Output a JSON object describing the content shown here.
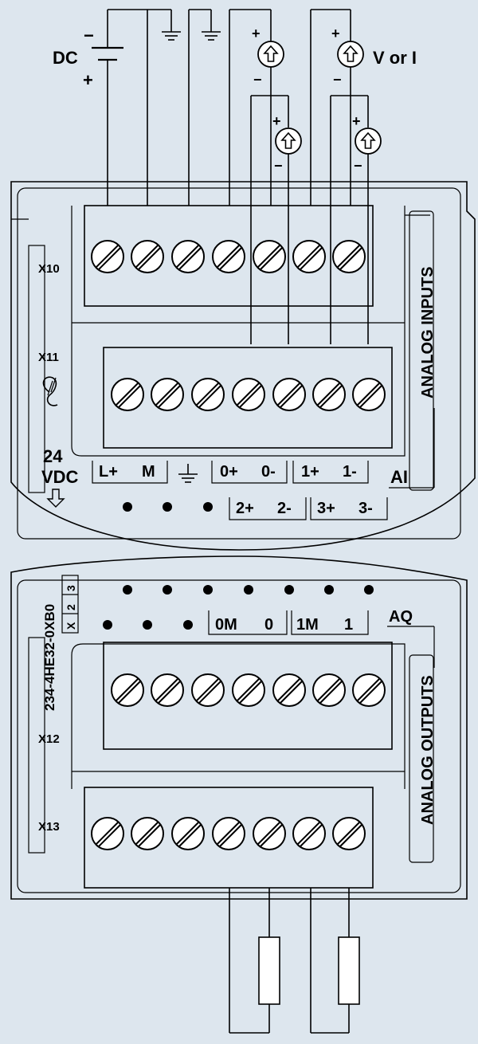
{
  "colors": {
    "background": "#dde6ee",
    "line": "#000000",
    "fill": "#ffffff"
  },
  "labels": {
    "dc": "DC",
    "minus": "−",
    "plus": "+",
    "v_or_i": "V or I",
    "x10": "X10",
    "x11": "X11",
    "x12": "X12",
    "x13": "X13",
    "vdc_24": "24",
    "vdc": "VDC",
    "analog_inputs": "ANALOG INPUTS",
    "analog_outputs": "ANALOG OUTPUTS",
    "ai": "AI",
    "aq": "AQ",
    "part_number": "234-4HE32-0XB0",
    "x_box": "X",
    "box_2": "2",
    "box_3": "3",
    "in_row1": [
      "L+",
      "M",
      "0+",
      "0-",
      "1+",
      "1-"
    ],
    "in_row2": [
      "2+",
      "2-",
      "3+",
      "3-"
    ],
    "out_row": [
      "0M",
      "0",
      "1M",
      "1"
    ]
  },
  "icons": [
    "ground-icon",
    "sensor-icon",
    "screw-terminal-icon",
    "ul-mark-icon",
    "arrow-down-icon",
    "resistor-icon"
  ]
}
